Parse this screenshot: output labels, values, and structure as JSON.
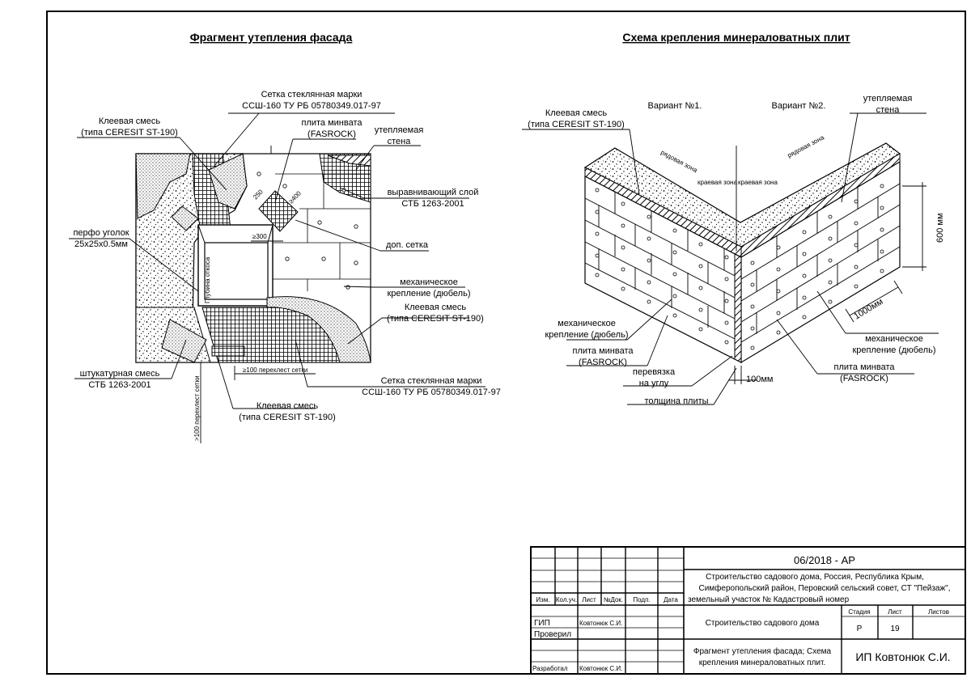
{
  "left": {
    "title": "Фрагмент утепления фасада",
    "labels": {
      "mesh_top_1": "Сетка стеклянная марки",
      "mesh_top_2": "ССШ-160 ТУ РБ 05780349.017-97",
      "glue_top_1": "Клеевая смесь",
      "glue_top_2": "(типа CERESIT ST-190)",
      "plate_1": "плита минвата",
      "plate_2": "(FASROCK)",
      "wall_1": "утепляемая",
      "wall_2": "стена",
      "level_1": "выравнивающий слой",
      "level_2": "СТБ 1263-2001",
      "corner_1": "перфо уголок",
      "corner_2": "25x25x0.5мм",
      "extra_mesh": "доп. сетка",
      "mech_1": "механическое",
      "mech_2": "крепление (дюбель)",
      "glue_right_1": "Клеевая смесь",
      "glue_right_2": "(типа CERESIT ST-190)",
      "plaster_1": "штукатурная смесь",
      "plaster_2": "СТБ 1263-2001",
      "mesh_bottom_1": "Сетка стеклянная марки",
      "mesh_bottom_2": "ССШ-160 ТУ РБ 05780349.017-97",
      "glue_bottom_1": "Клеевая смесь",
      "glue_bottom_2": "(типа CERESIT ST-190)",
      "dim_250": "250",
      "dim_400": "≥400",
      "dim_300": "≥300",
      "slope_depth": "Глубина откоса",
      "overlap_h": "≥100 перехлест сетки",
      "overlap_v": ">100 перехлест сетки"
    }
  },
  "right": {
    "title": "Схема крепления минераловатных плит",
    "labels": {
      "glue_1": "Клеевая смесь",
      "glue_2": "(типа CERESIT ST-190)",
      "variant_1": "Вариант №1.",
      "variant_2": "Вариант №2.",
      "wall_1": "утепляемая",
      "wall_2": "стена",
      "row_zone_left": "рядовая зона",
      "row_zone_right": "рядовая зона",
      "edge_zone_left": "краевая зона",
      "edge_zone_right": "краевая зона",
      "dim_600": "600 мм",
      "dim_1000": "1000мм",
      "dim_100": "100мм",
      "mech_left_1": "механическое",
      "mech_left_2": "крепление (дюбель)",
      "plate_left_1": "плита минвата",
      "plate_left_2": "(FASROCK)",
      "tie_1": "перевязка",
      "tie_2": "на углу",
      "thickness": "толщина плиты",
      "mech_right_1": "механическое",
      "mech_right_2": "крепление (дюбель)",
      "plate_right_1": "плита минвата",
      "plate_right_2": "(FASROCK)"
    }
  },
  "title_block": {
    "code": "06/2018 - АР",
    "project_1": "Строительство садового дома, Россия, Республика Крым,",
    "project_2": "Симферопольский район, Перовский сельский совет, СТ \"Пейзаж\",",
    "project_3": "земельный участок №      Кадастровый номер",
    "cols": [
      "Изм.",
      "Кол.уч.",
      "Лист",
      "№Док.",
      "Подп.",
      "Дата"
    ],
    "object": "Строительство садового дома",
    "stage_label": "Стадия",
    "sheet_label": "Лист",
    "sheets_label": "Листов",
    "stage": "Р",
    "sheet": "19",
    "sheets": "",
    "gip": "ГИП",
    "checked": "Проверил",
    "developed": "Разработал",
    "author_1": "Ковтонюк С.И.",
    "author_2": "Ковтонюк С.И.",
    "drawing_1": "Фрагмент утепления фасада;  Схема",
    "drawing_2": "крепления минераловатных плит.",
    "company": "ИП Ковтонюк С.И."
  }
}
